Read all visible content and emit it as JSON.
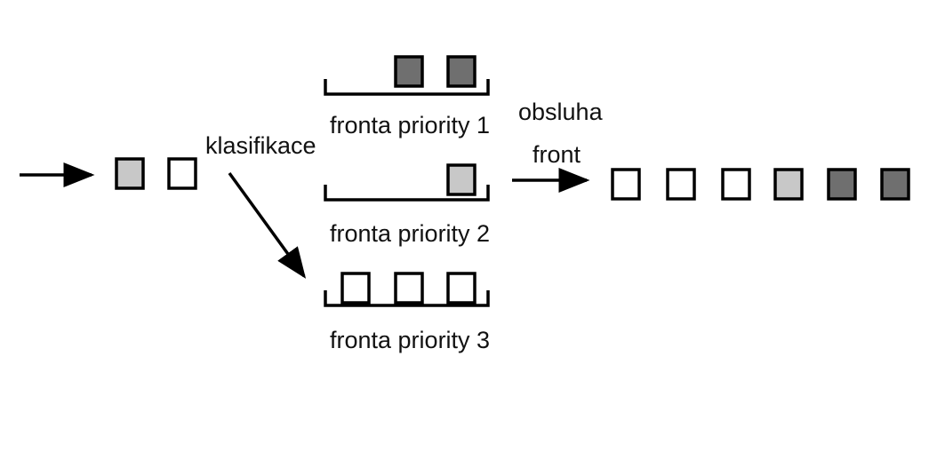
{
  "labels": {
    "classification": "klasifikace",
    "service_line1": "obsluha",
    "service_line2": "front"
  },
  "queues": [
    {
      "label": "fronta priority 1",
      "packets": [
        "dark",
        "dark"
      ]
    },
    {
      "label": "fronta priority 2",
      "packets": [
        "light"
      ]
    },
    {
      "label": "fronta priority 3",
      "packets": [
        "white",
        "white",
        "white"
      ]
    }
  ],
  "incoming_packets": [
    "light",
    "white"
  ],
  "output_packets": [
    "white",
    "white",
    "white",
    "light",
    "dark",
    "dark"
  ],
  "colors": {
    "white": "#ffffff",
    "light": "#c8c8c8",
    "dark": "#6f6f6f",
    "stroke": "#000000"
  }
}
